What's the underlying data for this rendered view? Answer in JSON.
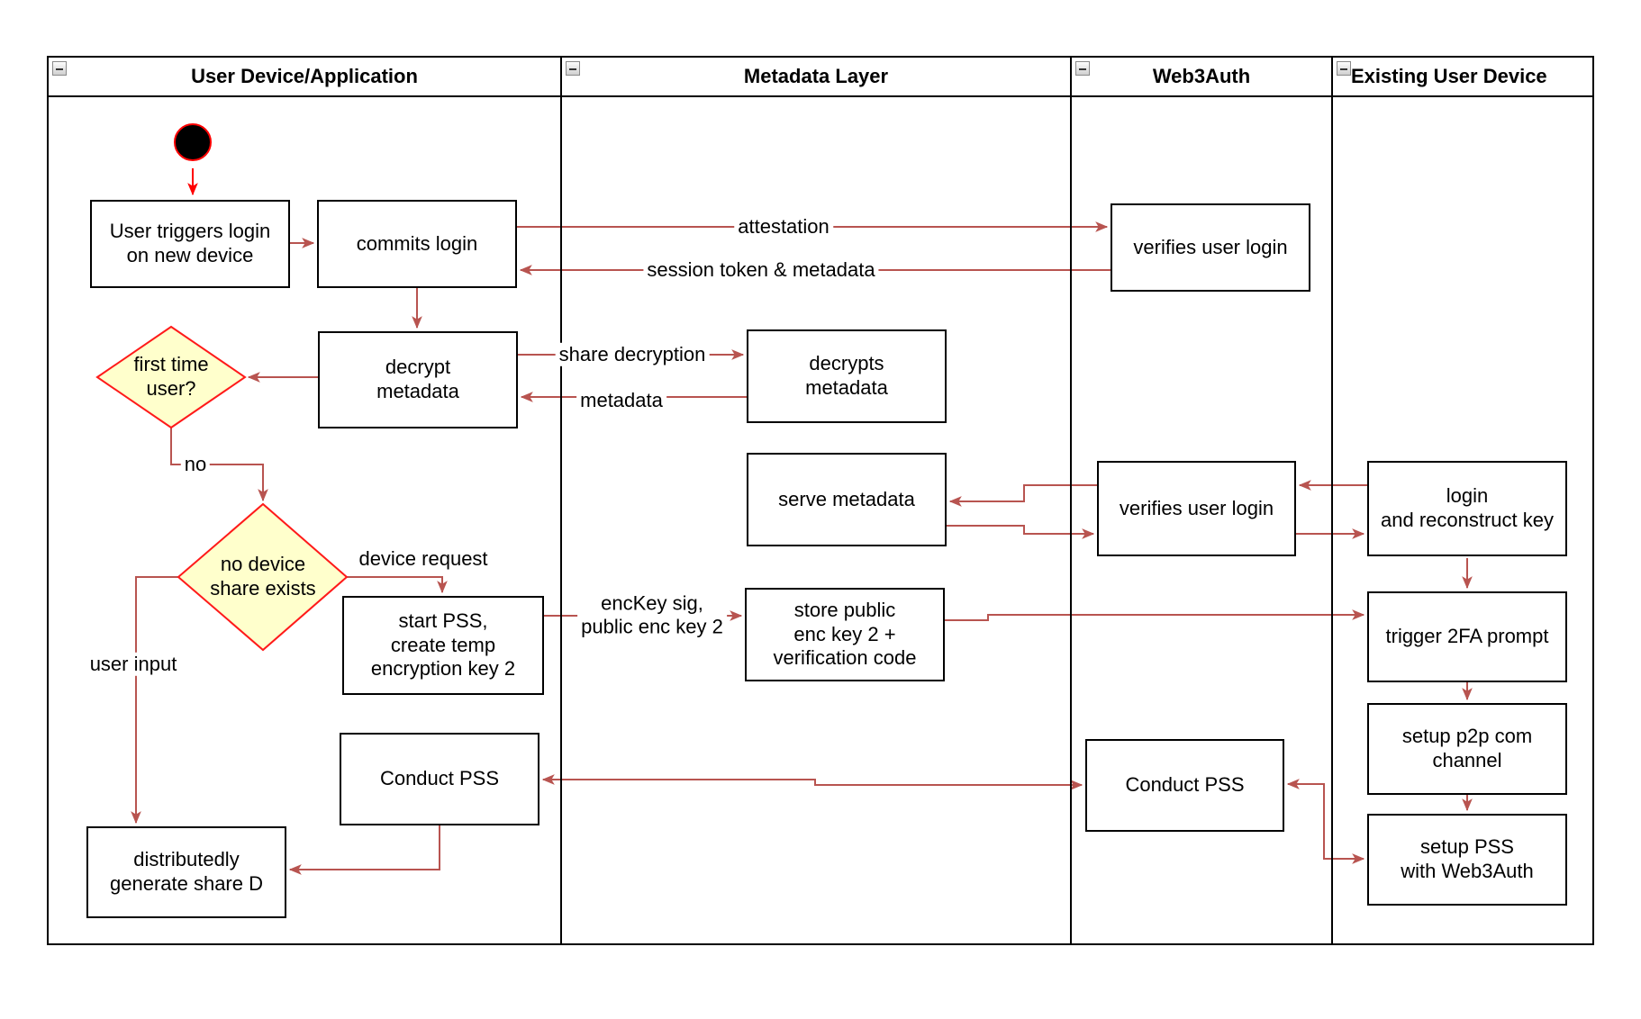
{
  "lanes": [
    {
      "title": "User Device/Application"
    },
    {
      "title": "Metadata Layer"
    },
    {
      "title": "Web3Auth"
    },
    {
      "title": "Existing User Device"
    }
  ],
  "nodes": {
    "user_triggers": {
      "label": "User triggers login\non new device"
    },
    "commits_login": {
      "label": "commits login"
    },
    "verifies_login_1": {
      "label": "verifies user login"
    },
    "decrypt_metadata": {
      "label": "decrypt\nmetadata"
    },
    "first_time_user": {
      "label": "first time\nuser?"
    },
    "decrypts_metadata": {
      "label": "decrypts\nmetadata"
    },
    "serve_metadata": {
      "label": "serve metadata"
    },
    "verifies_login_2": {
      "label": "verifies user login"
    },
    "login_reconstruct": {
      "label": "login\nand reconstruct key"
    },
    "no_device_share": {
      "label": "no device\nshare exists"
    },
    "start_pss": {
      "label": "start PSS,\ncreate temp\nencryption key 2"
    },
    "store_public": {
      "label": "store public\nenc key 2 +\nverification code"
    },
    "trigger_2fa": {
      "label": "trigger 2FA prompt"
    },
    "setup_p2p": {
      "label": "setup p2p com\nchannel"
    },
    "setup_pss": {
      "label": "setup PSS\nwith Web3Auth"
    },
    "conduct_pss_app": {
      "label": "Conduct PSS"
    },
    "conduct_pss_web3": {
      "label": "Conduct PSS"
    },
    "dist_generate": {
      "label": "distributedly\ngenerate share D"
    }
  },
  "edge_labels": {
    "attestation": "attestation",
    "session_token": "session token & metadata",
    "share_decryption": "share decryption",
    "metadata": "metadata",
    "no": "no",
    "device_request": "device request",
    "enckey_sig": "encKey sig,\npublic enc key 2",
    "user_input": "user input"
  },
  "colors": {
    "connector": "#B85450",
    "highlight_red": "#FF0000",
    "decision_fill": "#FFFFCC",
    "node_border": "#000000",
    "background": "#FFFFFF"
  }
}
